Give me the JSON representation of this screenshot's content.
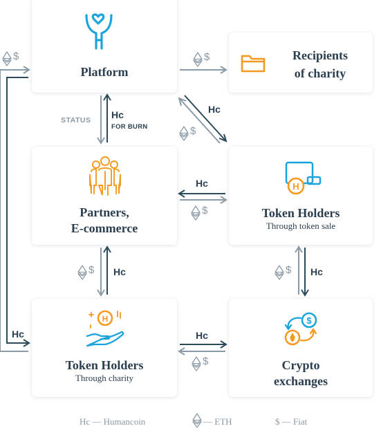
{
  "nodes": {
    "platform": {
      "title": "Platform"
    },
    "recipients": {
      "title_line1": "Recipients",
      "title_line2": "of charity"
    },
    "partners": {
      "title_line1": "Partners,",
      "title_line2": "E-commerce"
    },
    "holders_sale": {
      "title": "Token Holders",
      "subtitle": "Through token sale"
    },
    "holders_charity": {
      "title": "Token Holders",
      "subtitle": "Through charity"
    },
    "exchanges": {
      "title_line1": "Crypto",
      "title_line2": "exchanges"
    }
  },
  "labels": {
    "hc": "Hc",
    "for_burn": "FOR BURN",
    "status": "STATUS",
    "fiat_symbol": "$"
  },
  "legend": {
    "humancoin": "Hc — Humancoin",
    "eth": "— ETH",
    "fiat": "$ — Fiat"
  },
  "colors": {
    "dark_arrow": "#2b4a5a",
    "light_arrow": "#8a9aa6",
    "blue_icon": "#1aa3dc",
    "orange_icon": "#f39a1e",
    "text": "#2b3e4e"
  },
  "icons": {
    "platform": "person-heart-icon",
    "recipients": "folder-icon",
    "partners": "people-group-icon",
    "holders_sale": "wallet-coin-icon",
    "holders_charity": "hand-coin-icon",
    "exchanges": "coin-exchange-icon"
  }
}
